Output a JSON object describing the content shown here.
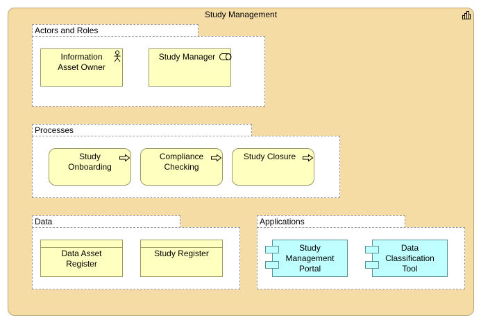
{
  "diagram": {
    "title": "Study Management",
    "title_icon": "grouping-icon",
    "groups": {
      "actors": {
        "label": "Actors and Roles",
        "items": [
          {
            "label": "Information Asset Owner",
            "icon": "actor-icon"
          },
          {
            "label": "Study Manager",
            "icon": "role-icon"
          }
        ]
      },
      "processes": {
        "label": "Processes",
        "items": [
          {
            "label": "Study Onboarding",
            "icon": "process-arrow-icon"
          },
          {
            "label": "Compliance Checking",
            "icon": "process-arrow-icon"
          },
          {
            "label": "Study Closure",
            "icon": "process-arrow-icon"
          }
        ]
      },
      "data": {
        "label": "Data",
        "items": [
          {
            "label": "Data Asset Register"
          },
          {
            "label": "Study Register"
          }
        ]
      },
      "applications": {
        "label": "Applications",
        "items": [
          {
            "label": "Study Management Portal",
            "icon": "component-icon"
          },
          {
            "label": "Data Classification Tool",
            "icon": "component-icon"
          }
        ]
      }
    },
    "colors": {
      "container": "#f4dca4",
      "business": "#ffffc0",
      "application": "#c0ffff",
      "group": "#ffffff"
    }
  }
}
